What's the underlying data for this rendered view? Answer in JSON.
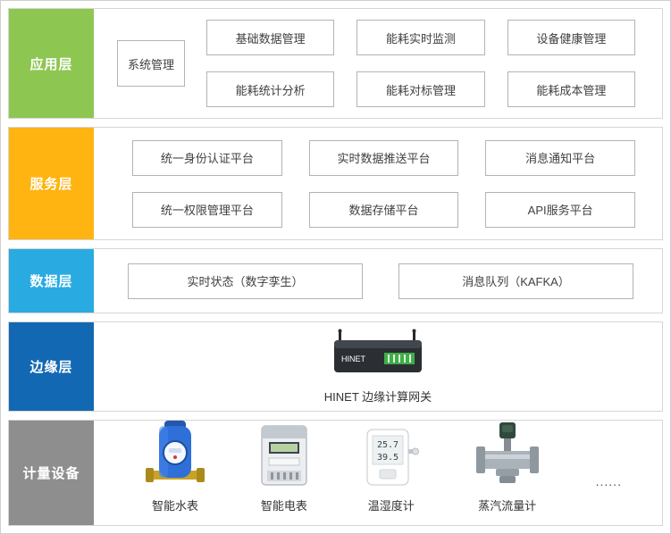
{
  "layers": [
    {
      "label": "应用层",
      "color": "#8ec652",
      "system_box": "系统管理",
      "grid": [
        "基础数据管理",
        "能耗实时监测",
        "设备健康管理",
        "能耗统计分析",
        "能耗对标管理",
        "能耗成本管理"
      ]
    },
    {
      "label": "服务层",
      "color": "#ffb412",
      "grid": [
        "统一身份认证平台",
        "实时数据推送平台",
        "消息通知平台",
        "统一权限管理平台",
        "数据存储平台",
        "API服务平台"
      ]
    },
    {
      "label": "数据层",
      "color": "#29abe2",
      "grid": [
        "实时状态（数字孪生）",
        "消息队列（KAFKA）"
      ]
    },
    {
      "label": "边缘层",
      "color": "#1368b4",
      "gateway_brand": "HINET",
      "caption": "HINET 边缘计算网关"
    },
    {
      "label": "计量设备",
      "color": "#8e8e8e",
      "devices": [
        "智能水表",
        "智能电表",
        "温湿度计",
        "蒸汽流量计"
      ],
      "more": "......"
    }
  ],
  "device_screens": {
    "temperature": "25.7",
    "humidity": "39.5"
  }
}
